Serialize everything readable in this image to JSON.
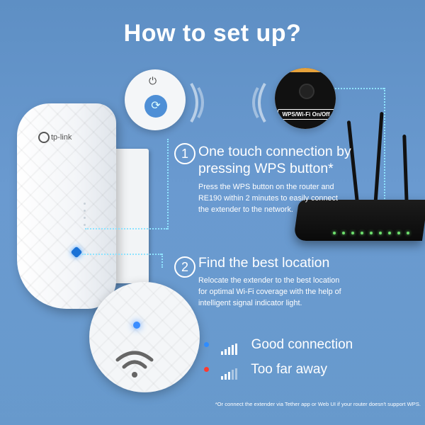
{
  "title": "How to set up?",
  "device": {
    "brand": "tp-link"
  },
  "router_callout": {
    "button_label": "WPS/Wi-Fi On/Off"
  },
  "steps": [
    {
      "number": "1",
      "title_line1": "One touch connection by",
      "title_line2": "pressing WPS button*",
      "desc_line1": "Press the WPS button on the router and",
      "desc_line2": "RE190 within 2 minutes to easily connect",
      "desc_line3": "the extender to the network."
    },
    {
      "number": "2",
      "title_line1": "Find the best location",
      "desc_line1": "Relocate the extender to the best location",
      "desc_line2": "for optimal Wi-Fi coverage with the help of",
      "desc_line3": "intelligent signal indicator light."
    }
  ],
  "legend": [
    {
      "label": "Good connection",
      "color": "#2f8cff",
      "icon": "signal-full-icon"
    },
    {
      "label": "Too far away",
      "color": "#ff3b30",
      "icon": "signal-partial-icon"
    }
  ],
  "footnote": "*Or connect the extender via Tether app or Web UI if your router doesn't support WPS."
}
